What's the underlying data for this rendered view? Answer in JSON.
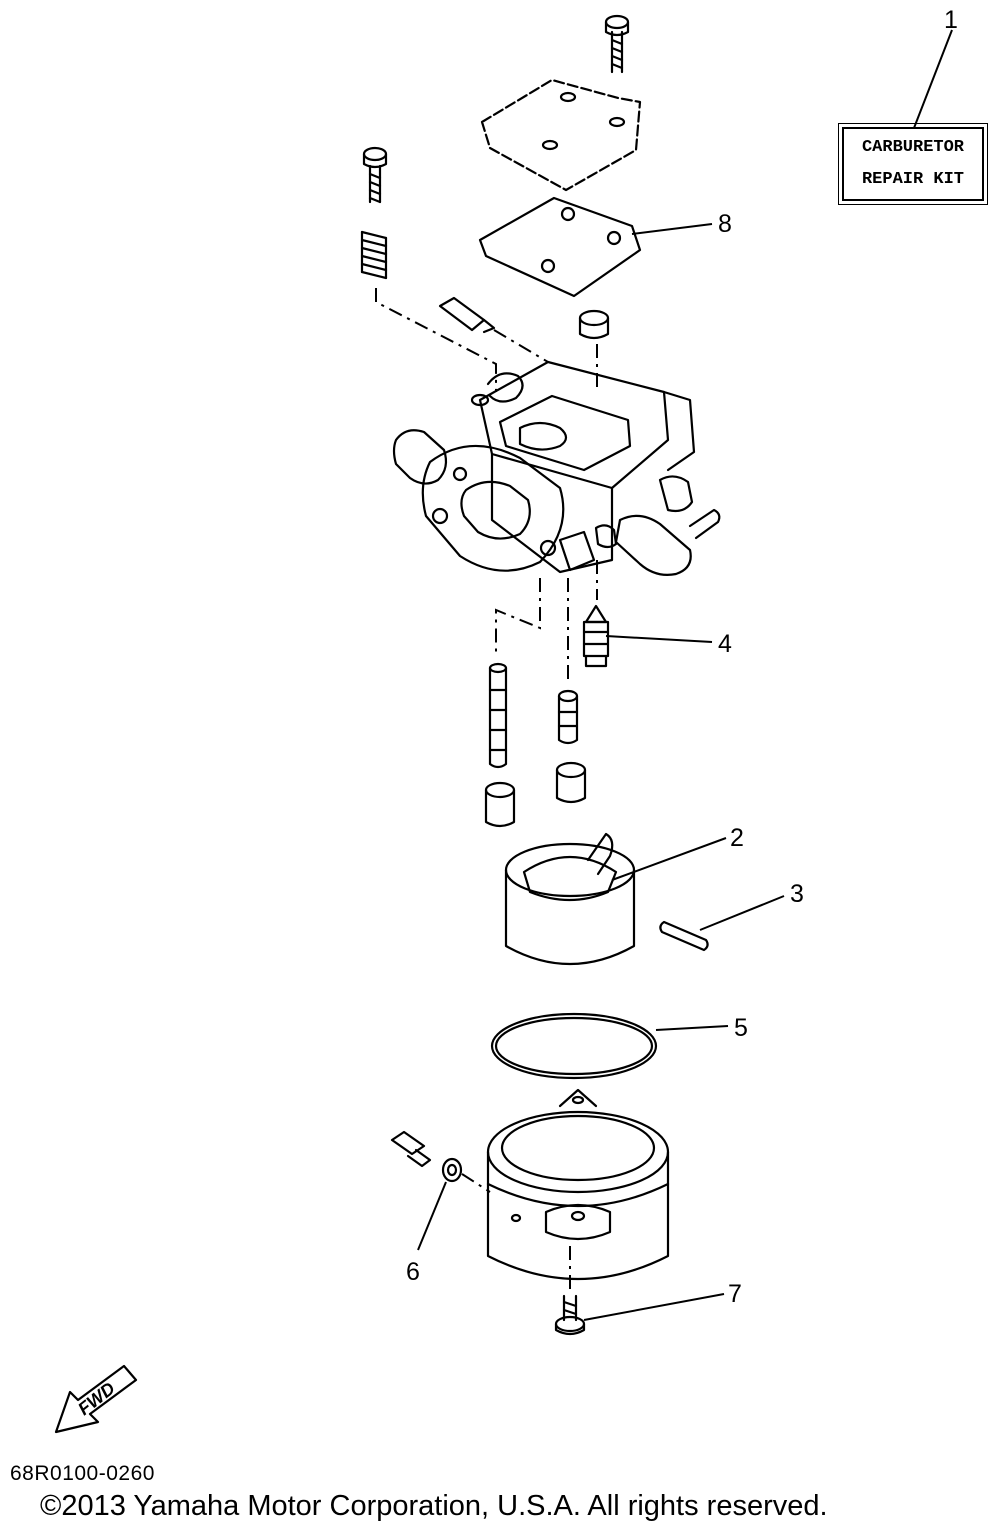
{
  "kit_label": {
    "line1": "CARBURETOR",
    "line2": "REPAIR KIT"
  },
  "callouts": [
    "1",
    "2",
    "3",
    "4",
    "5",
    "6",
    "7",
    "8"
  ],
  "fwd_label": "FWD",
  "diagram_code": "68R0100-0260",
  "copyright": "©2013 Yamaha Motor Corporation, U.S.A. All rights reserved."
}
